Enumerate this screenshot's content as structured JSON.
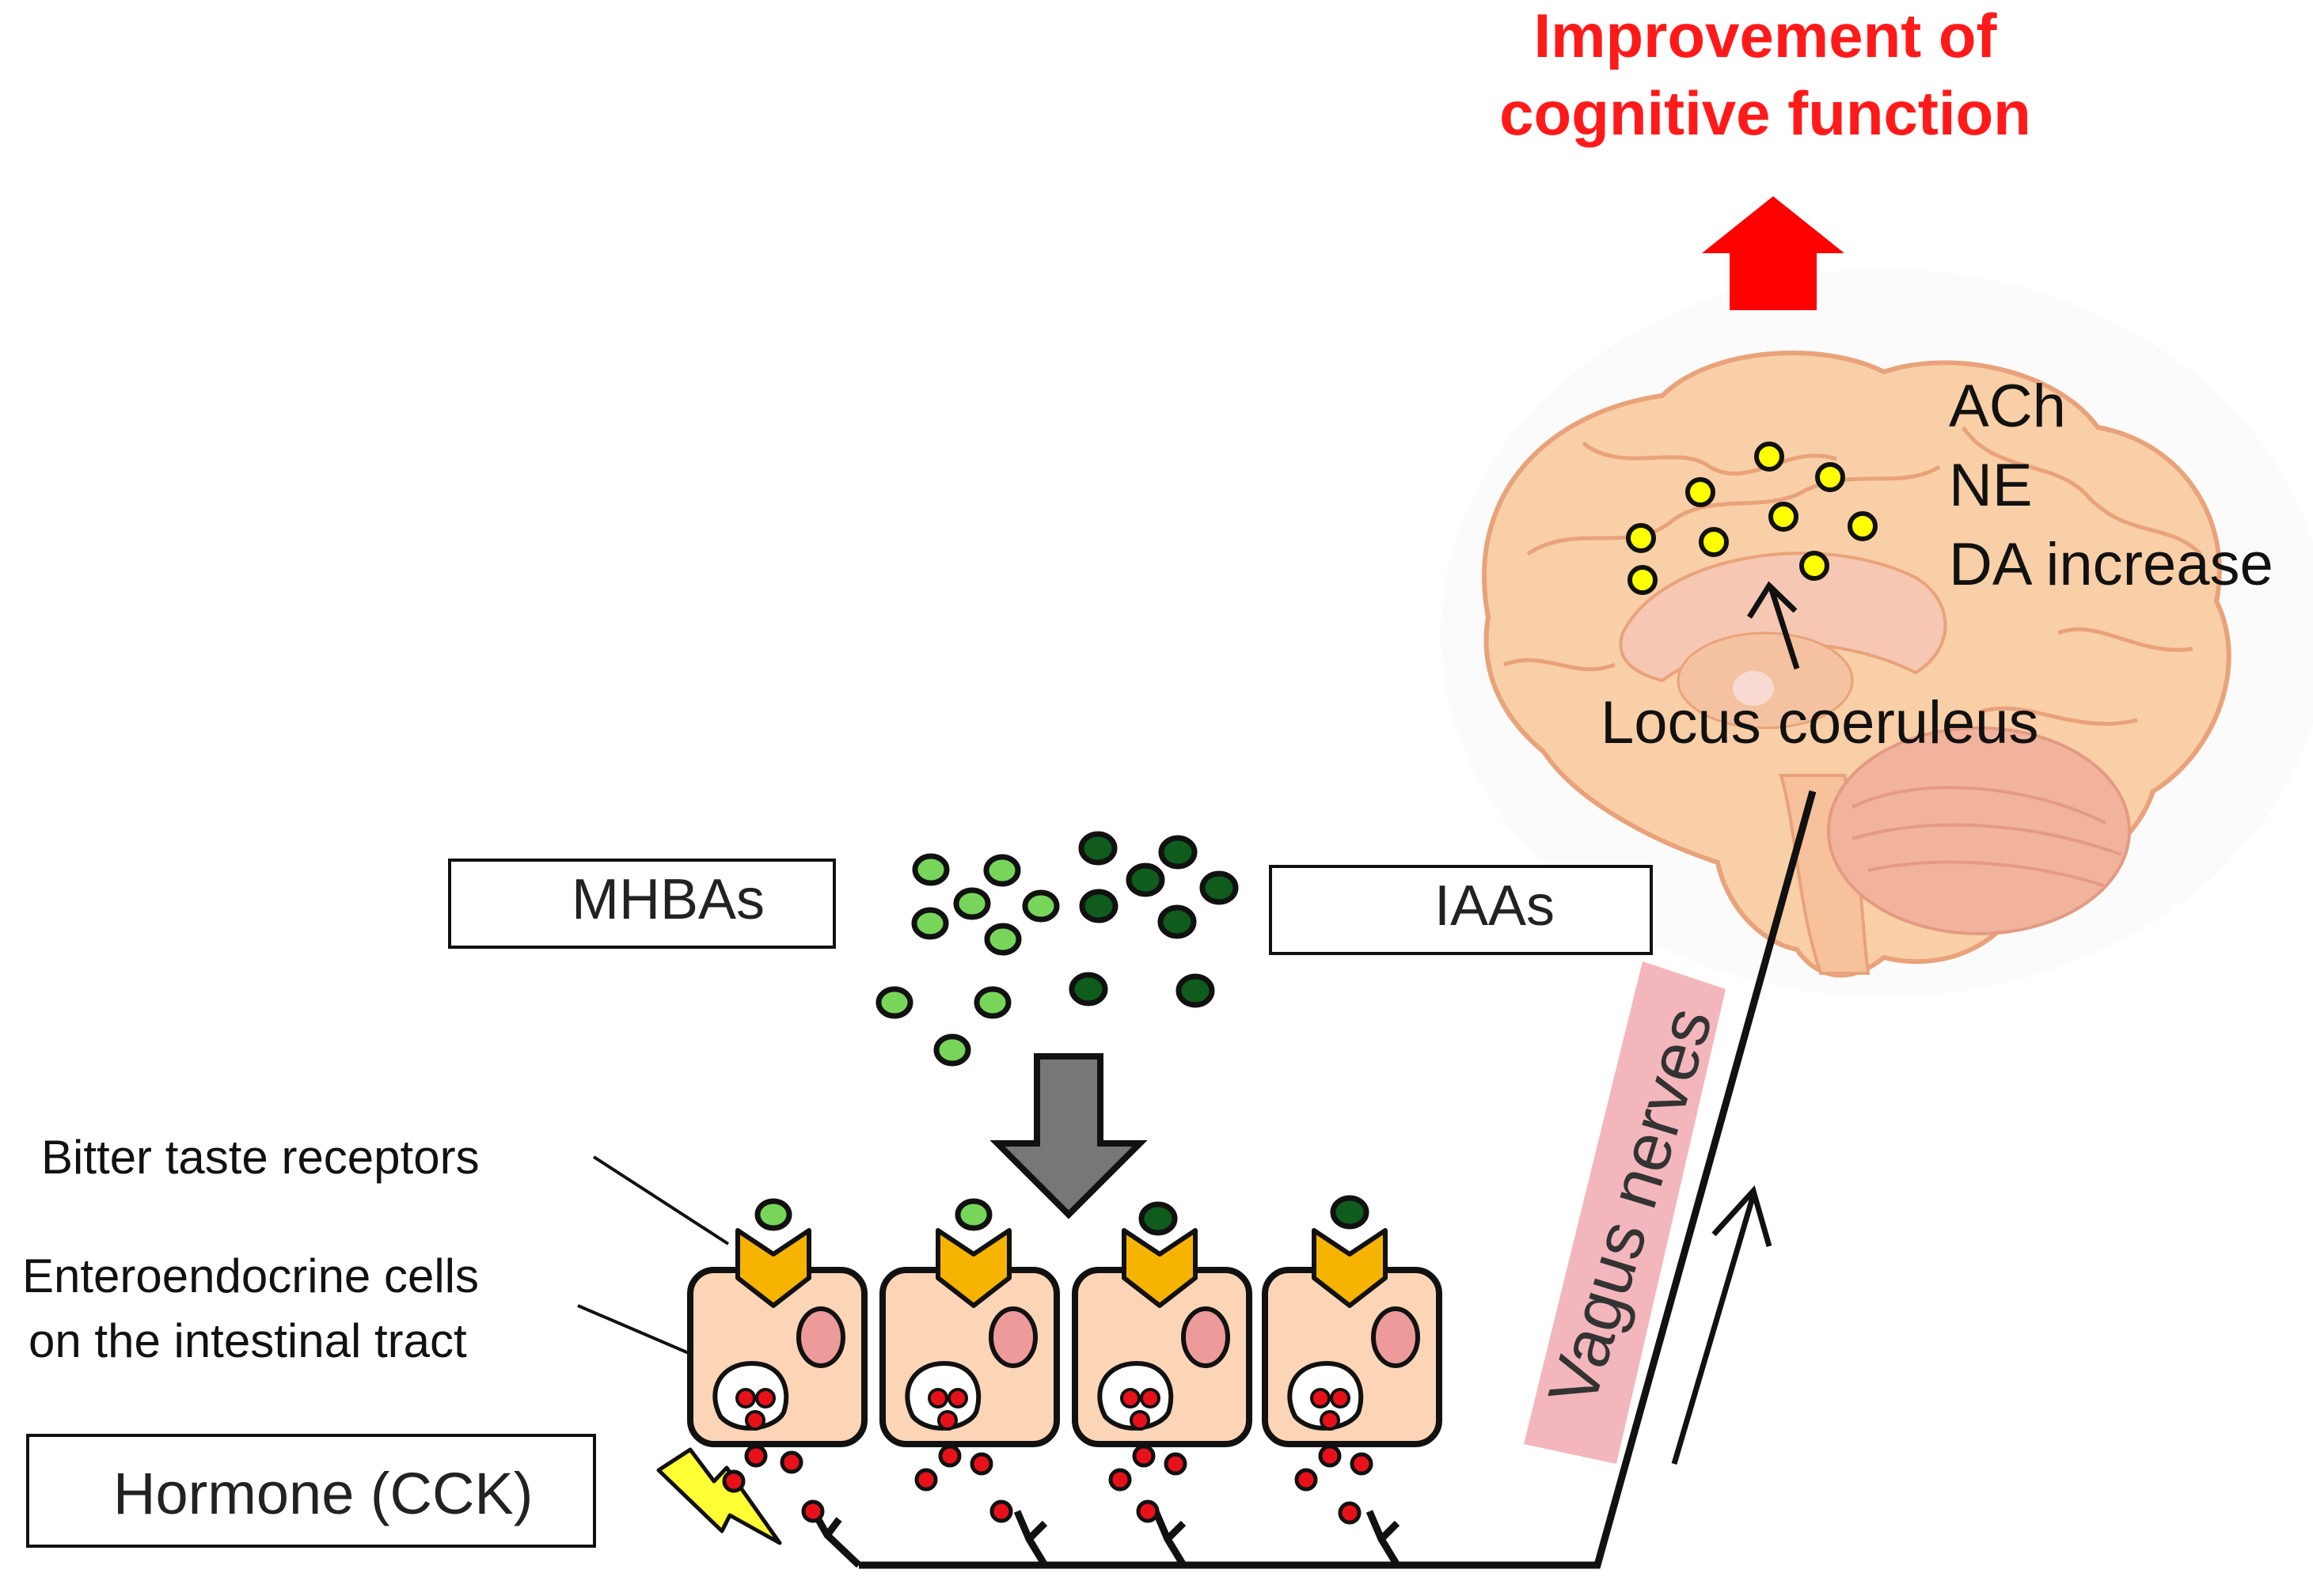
{
  "title": {
    "line1": "Improvement of",
    "line2": "cognitive function"
  },
  "brain": {
    "neurotransmitters": [
      "ACh",
      "NE",
      "DA increase"
    ],
    "locus_label": "Locus coeruleus"
  },
  "legend": {
    "mhbas": "MHBAs",
    "iaas": "IAAs",
    "hormone": "Hormone (CCK)"
  },
  "labels": {
    "bitter_receptors": "Bitter taste receptors",
    "enteroendocrine_line1": "Enteroendocrine cells",
    "enteroendocrine_line2": "on the intestinal tract",
    "vagus": "Vagus nerves"
  },
  "colors": {
    "title_red": "#ff1a1a",
    "arrow_red": "#ff0000",
    "light_green": "#77d65a",
    "dark_green": "#0f5c1c",
    "receptor_orange": "#f6b400",
    "cell_fill": "#fcd5b7",
    "nucleus_pink": "#ed9a9a",
    "hormone_red": "#e8111a",
    "yellow_dot": "#ffff00",
    "vagus_band": "#f3b6bc",
    "brain_fill": "#f9cfa7",
    "lightning": "#ffff33",
    "gray_arrow": "#777777"
  },
  "icons": {
    "up_arrow": "up-arrow-icon",
    "down_arrow": "down-arrow-icon",
    "lightning": "lightning-bolt-icon"
  }
}
